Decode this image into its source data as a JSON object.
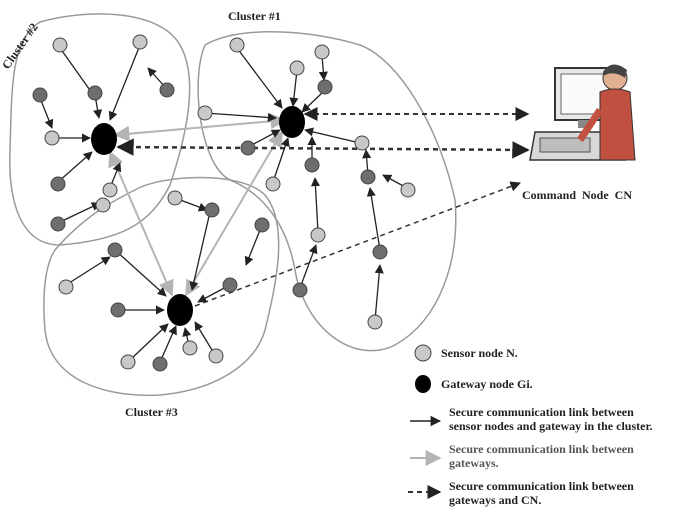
{
  "clusters": {
    "c1": "Cluster #1",
    "c2": "Cluster #2",
    "c3": "Cluster #3"
  },
  "command_node": {
    "label": "Command  Node  CN"
  },
  "legend": {
    "sensor": "Sensor node N.",
    "gateway": "Gateway  node Gi.",
    "sensor_link": "Secure communication    link between\nsensor nodes and gateway  in the cluster.",
    "gateway_link": "Secure communication    link between\ngateways.",
    "cn_link": "Secure communication    link between\ngateways  and  CN."
  },
  "colors": {
    "light_node": "#c8c8c8",
    "dark_node": "#6e6e6e",
    "gateway": "#000000",
    "gateway_link": "#b4b4b4",
    "cluster_outline": "#9a9a9a"
  }
}
